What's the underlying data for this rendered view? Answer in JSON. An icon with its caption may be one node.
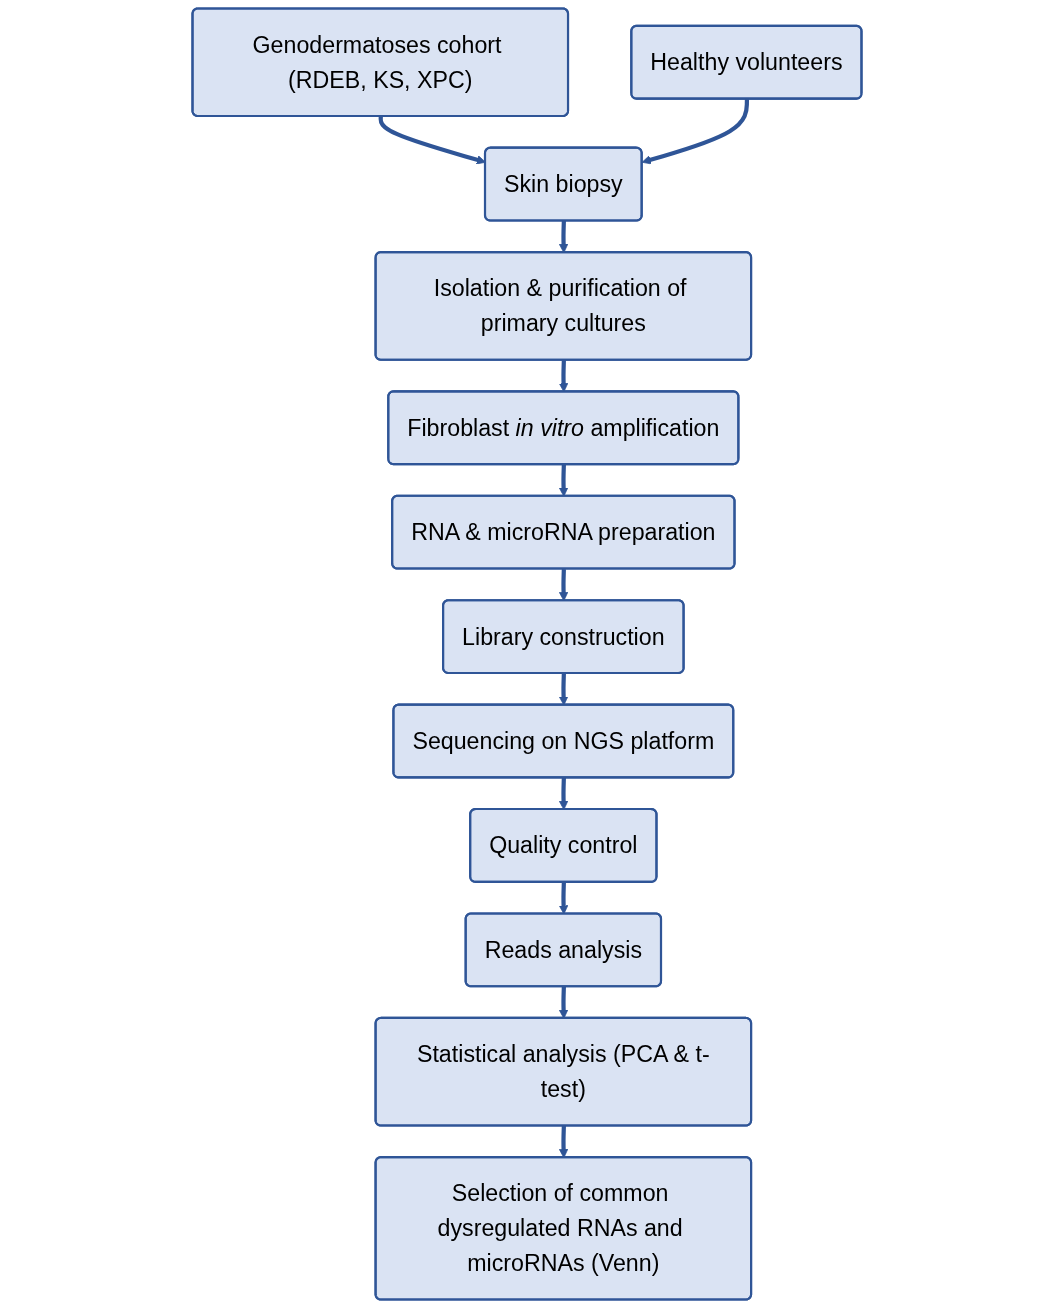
{
  "diagram": {
    "nodes": [
      {
        "text": [
          "Genodermatoses cohort (RDEB, KS, XPC)"
        ]
      },
      {
        "text": [
          "Healthy volunteers"
        ]
      },
      {
        "text": [
          "Skin biopsy"
        ]
      },
      {
        "text": [
          "Isolation & purification of primary cultures"
        ]
      },
      {
        "text": [
          "Fibroblast *in vitro* amplification"
        ]
      },
      {
        "text": [
          "RNA & microRNA preparation"
        ]
      },
      {
        "text": [
          "Library construction"
        ]
      },
      {
        "text": [
          "Sequencing on NGS platform"
        ]
      },
      {
        "text": [
          "Quality control"
        ]
      },
      {
        "text": [
          "Reads analysis"
        ]
      },
      {
        "text": [
          "Statistical analysis (PCA & t-test)"
        ]
      },
      {
        "text": [
          "Selection of common dysregulated RNAs and microRNAs (Venn)"
        ]
      }
    ],
    "edges": [
      {
        "from": 0,
        "to": 2,
        "arrow": "to"
      },
      {
        "from": 1,
        "to": 2,
        "arrow": "to"
      },
      {
        "from": 2,
        "to": 3,
        "arrow": "to"
      },
      {
        "from": 3,
        "to": 4,
        "arrow": "to"
      },
      {
        "from": 4,
        "to": 5,
        "arrow": "to"
      },
      {
        "from": 5,
        "to": 6,
        "arrow": "to"
      },
      {
        "from": 6,
        "to": 7,
        "arrow": "to"
      },
      {
        "from": 7,
        "to": 8,
        "arrow": "to"
      },
      {
        "from": 8,
        "to": 9,
        "arrow": "to"
      },
      {
        "from": 9,
        "to": 10,
        "arrow": "to"
      },
      {
        "from": 10,
        "to": 11,
        "arrow": "to"
      }
    ]
  }
}
